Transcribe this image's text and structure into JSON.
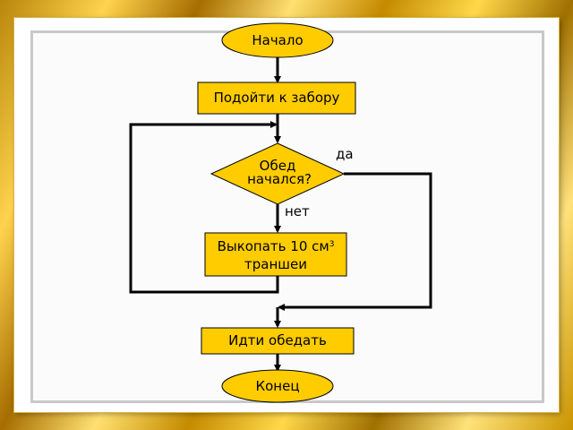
{
  "flowchart": {
    "start": "Начало",
    "step1": "Подойти к забору",
    "decision": {
      "line1": "Обед",
      "line2": "начался?"
    },
    "yes": "да",
    "no": "нет",
    "step2": {
      "line1_main": "Выкопать 10 см",
      "line1_sup": "3",
      "line2": "траншеи"
    },
    "step3": "Идти обедать",
    "end": "Конец"
  },
  "colors": {
    "fill": "#ffcc00",
    "stroke": "#000000"
  }
}
